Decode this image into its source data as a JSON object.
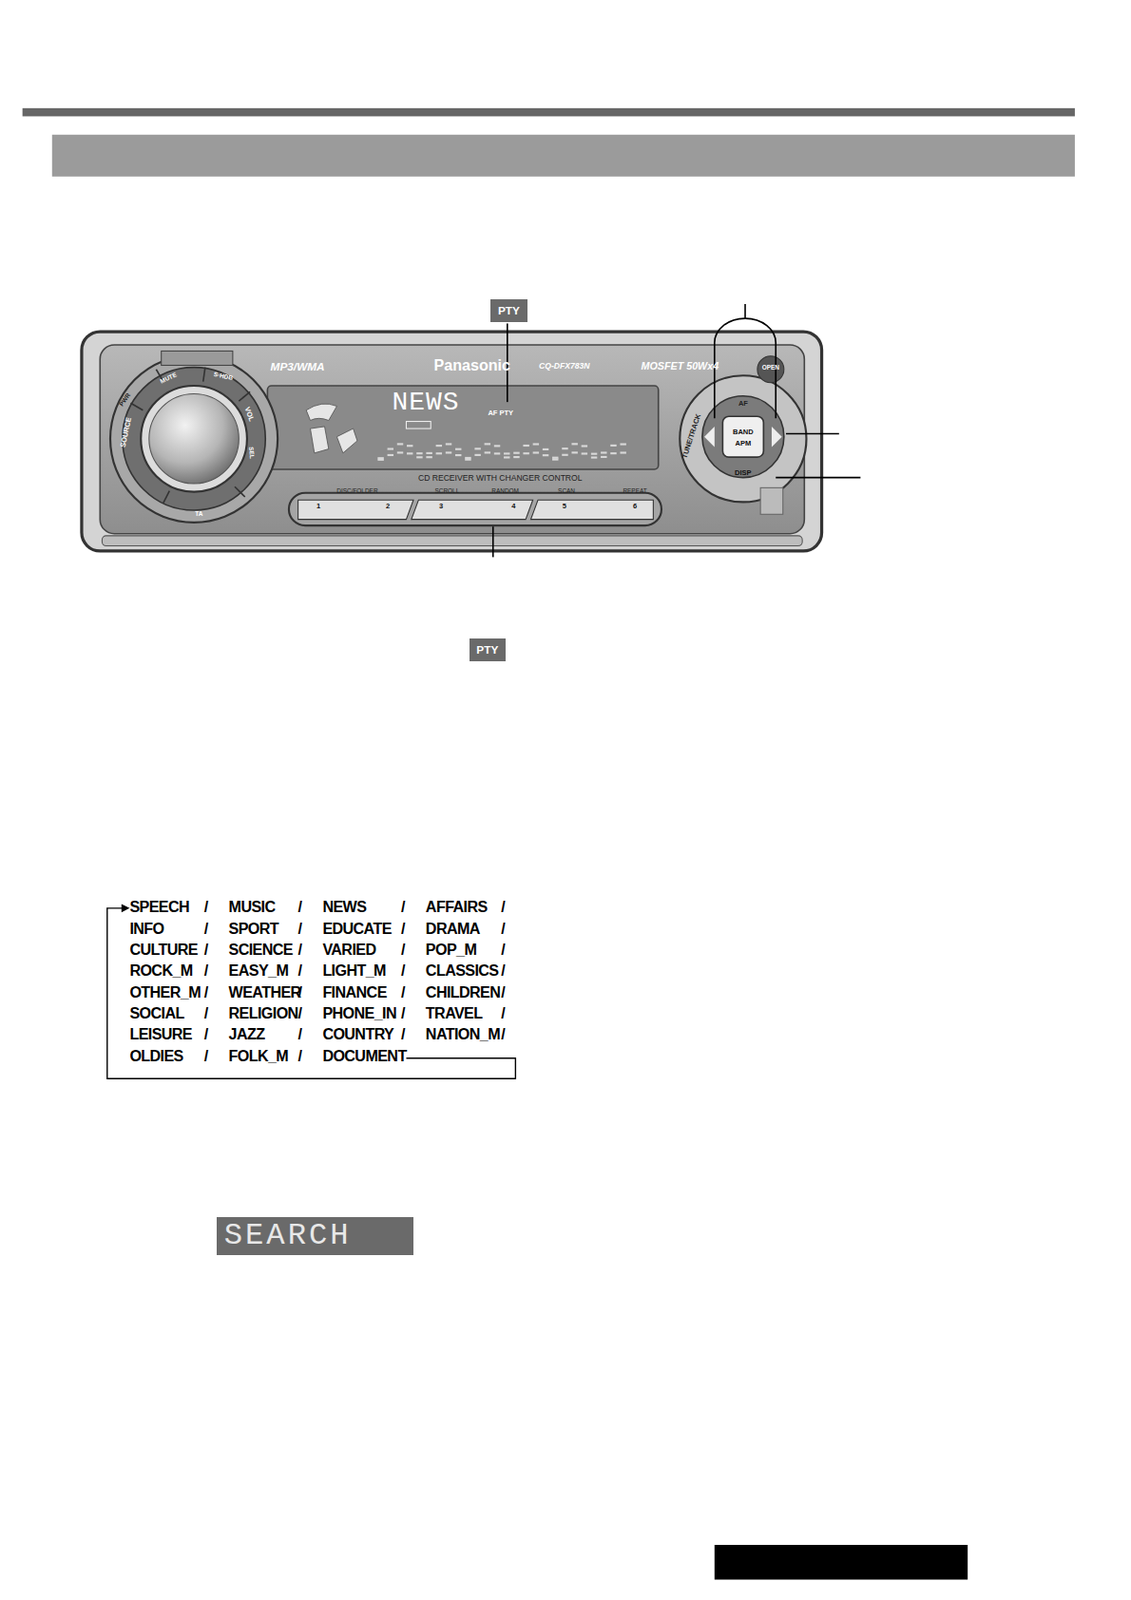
{
  "diagram": {
    "nodes": [
      {
        "text": [
          "PTY"
        ]
      },
      {
        "text": [
          "PTY"
        ]
      },
      {
        "text": [
          "SEARCH"
        ]
      }
    ],
    "labels": [
      "MP3/WMA",
      "Panasonic",
      "CQ-DFX783N",
      "MOSFET 50Wx4",
      "OPEN",
      "NEWS",
      "AF PTY",
      "CD RECEIVER WITH CHANGER CONTROL",
      "DISC/FOLDER",
      "SCROLL",
      "RANDOM",
      "SCAN",
      "REPEAT",
      "1",
      "2",
      "3",
      "4",
      "5",
      "6",
      "AF",
      "BAND",
      "APM",
      "DISP",
      "TUNE/TRACK",
      "SOURCE",
      "PWR",
      "MUTE",
      "S·HDB",
      "VOL",
      "TA",
      "SEL",
      "SPEECH",
      "/",
      "MUSIC",
      "/",
      "NEWS",
      "/",
      "AFFAIRS",
      "/",
      "INFO",
      "/",
      "SPORT",
      "/",
      "EDUCATE",
      "/",
      "DRAMA",
      "/",
      "CULTURE",
      "/",
      "SCIENCE",
      "/",
      "VARIED",
      "/",
      "POP_M",
      "/",
      "ROCK_M",
      "/",
      "EASY_M",
      "/",
      "LIGHT_M",
      "/",
      "CLASSICS",
      "/",
      "OTHER_M",
      "/",
      "WEATHER",
      "/",
      "FINANCE",
      "/",
      "CHILDREN",
      "/",
      "SOCIAL",
      "/",
      "RELIGION",
      "/",
      "PHONE_IN",
      "/",
      "TRAVEL",
      "/",
      "LEISURE",
      "/",
      "JAZZ",
      "/",
      "COUNTRY",
      "/",
      "NATION_M",
      "/",
      "OLDIES",
      "/",
      "FOLK_M",
      "/",
      "DOCUMENT"
    ]
  }
}
